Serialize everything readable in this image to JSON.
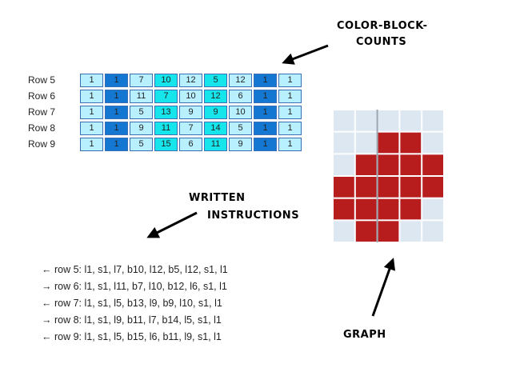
{
  "labels": {
    "color_block_counts_line1": "COLOR-BLOCK-",
    "color_block_counts_line2": "COUNTS",
    "written_line1": "WRITTEN",
    "written_line2": "INSTRUCTIONS",
    "graph": "GRAPH"
  },
  "colors": {
    "light": "#b9f0ff",
    "medium": "#1478d2",
    "bright": "#16e6ec",
    "red": "#b71d1d",
    "grid_bg": "#dde7f2"
  },
  "count_rows": [
    {
      "label": "Row 5",
      "cells": [
        {
          "value": "1",
          "color": "light"
        },
        {
          "value": "1",
          "color": "medium"
        },
        {
          "value": "7",
          "color": "light"
        },
        {
          "value": "10",
          "color": "bright"
        },
        {
          "value": "12",
          "color": "light"
        },
        {
          "value": "5",
          "color": "bright"
        },
        {
          "value": "12",
          "color": "light"
        },
        {
          "value": "1",
          "color": "medium"
        },
        {
          "value": "1",
          "color": "light"
        }
      ]
    },
    {
      "label": "Row 6",
      "cells": [
        {
          "value": "1",
          "color": "light"
        },
        {
          "value": "1",
          "color": "medium"
        },
        {
          "value": "11",
          "color": "light"
        },
        {
          "value": "7",
          "color": "bright"
        },
        {
          "value": "10",
          "color": "light"
        },
        {
          "value": "12",
          "color": "bright"
        },
        {
          "value": "6",
          "color": "light"
        },
        {
          "value": "1",
          "color": "medium"
        },
        {
          "value": "1",
          "color": "light"
        }
      ]
    },
    {
      "label": "Row 7",
      "cells": [
        {
          "value": "1",
          "color": "light"
        },
        {
          "value": "1",
          "color": "medium"
        },
        {
          "value": "5",
          "color": "light"
        },
        {
          "value": "13",
          "color": "bright"
        },
        {
          "value": "9",
          "color": "light"
        },
        {
          "value": "9",
          "color": "bright"
        },
        {
          "value": "10",
          "color": "light"
        },
        {
          "value": "1",
          "color": "medium"
        },
        {
          "value": "1",
          "color": "light"
        }
      ]
    },
    {
      "label": "Row 8",
      "cells": [
        {
          "value": "1",
          "color": "light"
        },
        {
          "value": "1",
          "color": "medium"
        },
        {
          "value": "9",
          "color": "light"
        },
        {
          "value": "11",
          "color": "bright"
        },
        {
          "value": "7",
          "color": "light"
        },
        {
          "value": "14",
          "color": "bright"
        },
        {
          "value": "5",
          "color": "light"
        },
        {
          "value": "1",
          "color": "medium"
        },
        {
          "value": "1",
          "color": "light"
        }
      ]
    },
    {
      "label": "Row 9",
      "cells": [
        {
          "value": "1",
          "color": "light"
        },
        {
          "value": "1",
          "color": "medium"
        },
        {
          "value": "5",
          "color": "light"
        },
        {
          "value": "15",
          "color": "bright"
        },
        {
          "value": "6",
          "color": "light"
        },
        {
          "value": "11",
          "color": "bright"
        },
        {
          "value": "9",
          "color": "light"
        },
        {
          "value": "1",
          "color": "medium"
        },
        {
          "value": "1",
          "color": "light"
        }
      ]
    }
  ],
  "instructions": [
    "← row 5: l1, s1, l7, b10, l12, b5, l12, s1, l1",
    "→ row 6: l1, s1, l11, b7, l10, b12, l6, s1, l1",
    "← row 7: l1, s1, l5, b13, l9, b9, l10, s1, l1",
    "→ row 8: l1, s1, l9, b11, l7, b14, l5, s1, l1",
    "← row 9: l1, s1, l5, b15, l6, b11, l9, s1, l1"
  ],
  "graph_grid": [
    [
      0,
      0,
      0,
      0,
      0
    ],
    [
      0,
      0,
      1,
      1,
      0
    ],
    [
      0,
      1,
      1,
      1,
      1
    ],
    [
      1,
      1,
      1,
      1,
      1
    ],
    [
      1,
      1,
      1,
      1,
      0
    ],
    [
      0,
      1,
      1,
      0,
      0
    ]
  ],
  "icons": [
    "arrow-to-color-block-counts",
    "arrow-to-written-instructions",
    "arrow-to-graph"
  ]
}
